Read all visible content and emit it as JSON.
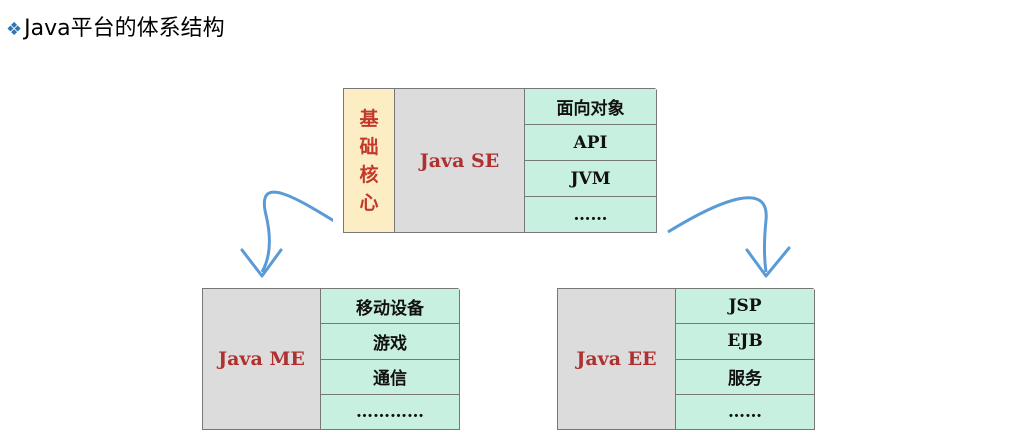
{
  "title": "Java平台的体系结构",
  "title_bullet_icon": "diamond-bullet-icon",
  "colors": {
    "bullet": "#2e75b6",
    "card_title": "#b03030",
    "side_label": "#c0392b",
    "side_bg": "#fdedc4",
    "list_bg": "#c8f0e0",
    "center_bg": "#dcdcdc",
    "arrow": "#5b9bd5"
  },
  "se": {
    "side_chars": [
      "基",
      "础",
      "核",
      "心"
    ],
    "name": "Java SE",
    "items": [
      "面向对象",
      "API",
      "JVM",
      "……"
    ]
  },
  "me": {
    "name": "Java ME",
    "items": [
      "移动设备",
      "游戏",
      "通信",
      "…………"
    ]
  },
  "ee": {
    "name": "Java EE",
    "items": [
      "JSP",
      "EJB",
      "服务",
      "……"
    ]
  }
}
